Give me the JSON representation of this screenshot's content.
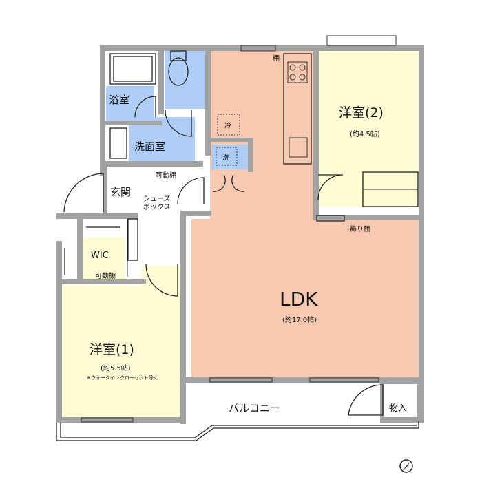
{
  "colors": {
    "ldk": "#f8c9b1",
    "bedroom": "#fdfcd4",
    "wet": "#aecef8",
    "wall": "#a3a3a3"
  },
  "rooms": {
    "bath": "浴室",
    "washroom": "洗面室",
    "entrance": "玄関",
    "shelf_wash": "可動棚",
    "shoebox": [
      "シューズ",
      "ボックス"
    ],
    "wic": "WIC",
    "shelf_wic": "可動棚",
    "room1": {
      "name": "洋室(1)",
      "size": "(約5.5帖)",
      "note": "※ウォークインクローゼット除く"
    },
    "ldk": {
      "name": "LDK",
      "size": "(約17.0帖)"
    },
    "room2": {
      "name": "洋室(2)",
      "size": "(約4.5帖)"
    },
    "deco_shelf": "飾り棚",
    "shelf_kitchen": "棚",
    "fridge": "冷",
    "washer": "洗",
    "balcony": "バルコニー",
    "storage": "物入"
  },
  "compass": "north-arrow-icon"
}
